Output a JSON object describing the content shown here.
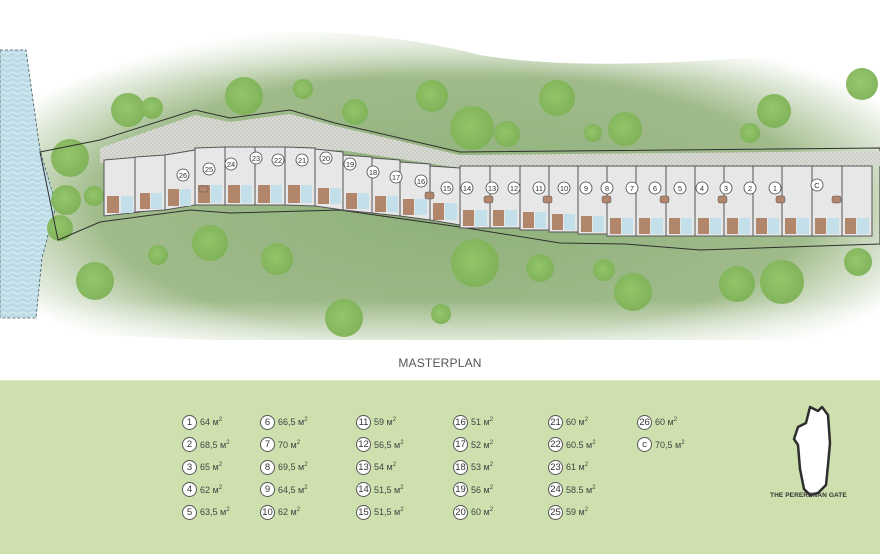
{
  "title": "MASTERPLAN",
  "brand": "THE PERERENAN GATE",
  "colors": {
    "legend_bg": "#cde0ae",
    "ground": "#8fb07a",
    "tree": "#8cc063",
    "river": "#b9d9e4",
    "building": "#e9e8e8",
    "deck": "#b2866b",
    "pool": "#c1dde8",
    "outline": "#444444"
  },
  "units_plan_labels": [
    "26",
    "25",
    "24",
    "23",
    "22",
    "21",
    "20",
    "19",
    "18",
    "17",
    "16",
    "15",
    "14",
    "13",
    "12",
    "11",
    "10",
    "9",
    "8",
    "7",
    "6",
    "5",
    "4",
    "3",
    "2",
    "1",
    "C"
  ],
  "legend": {
    "unit_suffix": "м",
    "columns": [
      [
        {
          "id": "1",
          "area": "64"
        },
        {
          "id": "2",
          "area": "68,5"
        },
        {
          "id": "3",
          "area": "65"
        },
        {
          "id": "4",
          "area": "62"
        },
        {
          "id": "5",
          "area": "63,5"
        }
      ],
      [
        {
          "id": "6",
          "area": "66,5"
        },
        {
          "id": "7",
          "area": "70"
        },
        {
          "id": "8",
          "area": "69,5"
        },
        {
          "id": "9",
          "area": "64,5"
        },
        {
          "id": "10",
          "area": "62"
        }
      ],
      [
        {
          "id": "11",
          "area": "59"
        },
        {
          "id": "12",
          "area": "56,5"
        },
        {
          "id": "13",
          "area": "54"
        },
        {
          "id": "14",
          "area": "51,5"
        },
        {
          "id": "15",
          "area": "51,5"
        }
      ],
      [
        {
          "id": "16",
          "area": "51"
        },
        {
          "id": "17",
          "area": "52"
        },
        {
          "id": "18",
          "area": "53"
        },
        {
          "id": "19",
          "area": "56"
        },
        {
          "id": "20",
          "area": "60"
        }
      ],
      [
        {
          "id": "21",
          "area": "60"
        },
        {
          "id": "22",
          "area": "60.5"
        },
        {
          "id": "23",
          "area": "61"
        },
        {
          "id": "24",
          "area": "58.5"
        },
        {
          "id": "25",
          "area": "59"
        }
      ],
      [
        {
          "id": "26",
          "area": "60"
        },
        {
          "id": "c",
          "area": "70,5"
        }
      ]
    ]
  }
}
